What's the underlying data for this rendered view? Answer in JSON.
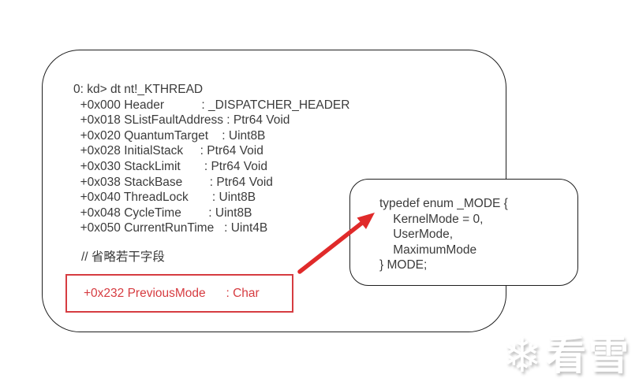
{
  "colors": {
    "background": "#ffffff",
    "outline_dark": "#1e1e1e",
    "text_dark": "#3b3b3b",
    "highlight_red": "#d63c41",
    "arrow_red": "#e02a2a",
    "watermark_white": "#ffffff"
  },
  "main_panel": {
    "command_output": [
      "0: kd> dt nt!_KTHREAD",
      "  +0x000 Header           : _DISPATCHER_HEADER",
      "  +0x018 SListFaultAddress : Ptr64 Void",
      "  +0x020 QuantumTarget    : Uint8B",
      "  +0x028 InitialStack     : Ptr64 Void",
      "  +0x030 StackLimit       : Ptr64 Void",
      "  +0x038 StackBase        : Ptr64 Void",
      "  +0x040 ThreadLock       : Uint8B",
      "  +0x048 CycleTime        : Uint8B",
      "  +0x050 CurrentRunTime   : Uint4B"
    ],
    "comment": "// 省略若干字段",
    "highlighted_field": "+0x232 PreviousMode      : Char"
  },
  "callout_panel": {
    "code_lines": [
      "typedef enum _MODE {",
      "    KernelMode = 0,",
      "    UserMode,",
      "    MaximumMode",
      "} MODE;"
    ]
  },
  "watermark": {
    "snowflake_icon": "❄",
    "brand_text": "看雪"
  }
}
